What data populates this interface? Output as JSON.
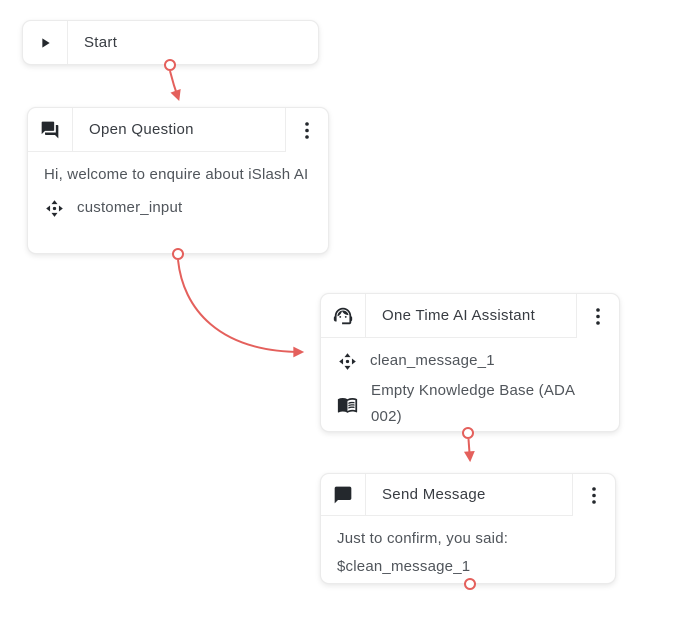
{
  "colors": {
    "accent": "#e4605c",
    "icon": "#24282d",
    "title_text": "#383c42",
    "body_text": "#50555b",
    "node_border": "#ebebeb",
    "divider": "#ededed",
    "background": "#ffffff"
  },
  "nodes": {
    "start": {
      "title": "Start",
      "icon": "play-icon"
    },
    "open_question": {
      "title": "Open Question",
      "icon": "forum-icon",
      "menu_icon": "kebab-menu-icon",
      "message": "Hi, welcome to enquire about iSlash AI",
      "variable_icon": "variable-icon",
      "variable": "customer_input"
    },
    "one_time_ai_assistant": {
      "title": "One Time AI Assistant",
      "icon": "headset-agent-icon",
      "menu_icon": "kebab-menu-icon",
      "variable_icon": "variable-icon",
      "variable": "clean_message_1",
      "knowledge_base_icon": "open-book-icon",
      "knowledge_base": "Empty Knowledge Base (ADA 002)"
    },
    "send_message": {
      "title": "Send Message",
      "icon": "chat-bubble-icon",
      "menu_icon": "kebab-menu-icon",
      "message": "Just to confirm, you said: $clean_message_1"
    }
  },
  "edges": [
    {
      "from": "start",
      "to": "open-question"
    },
    {
      "from": "open-question",
      "to": "one-time-ai-assistant"
    },
    {
      "from": "one-time-ai-assistant",
      "to": "send-message"
    }
  ]
}
